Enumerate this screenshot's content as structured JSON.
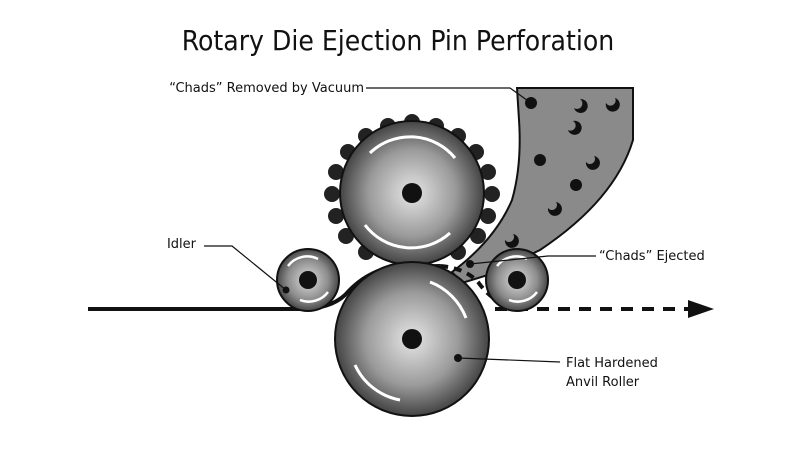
{
  "title": "Rotary Die Ejection Pin Perforation",
  "labels": {
    "vacuum": "“Chads” Removed by Vacuum",
    "idler": "Idler",
    "ejected": "“Chads” Ejected",
    "anvil_line1": "Flat Hardened",
    "anvil_line2": "Anvil Roller"
  },
  "colors": {
    "ink": "#111111",
    "roller_light": "#d9d9d9",
    "roller_dark": "#2a2a2a",
    "hood_fill": "#8a8a8a"
  }
}
